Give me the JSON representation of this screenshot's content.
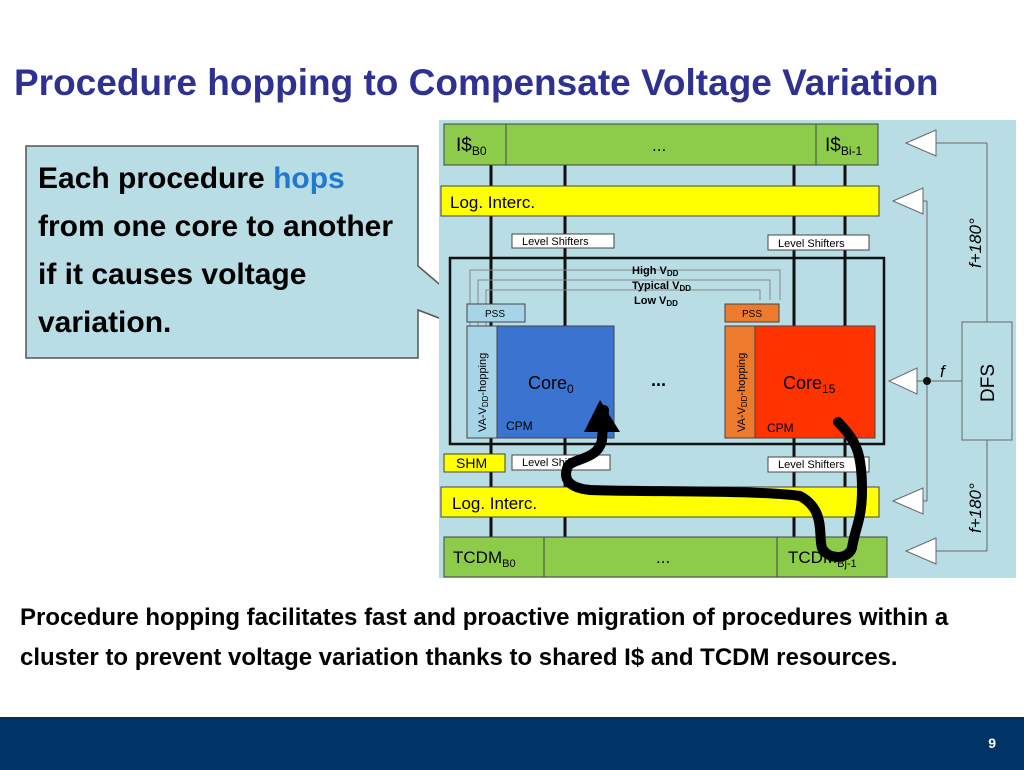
{
  "slide": {
    "title": "Procedure hopping to Compensate Voltage Variation",
    "callout": {
      "pre": "Each procedure ",
      "highlight": "hops",
      "post": " from one core to another if it causes voltage variation."
    },
    "bottom_text": "Procedure hopping facilitates fast and proactive migration of procedures within a cluster to prevent voltage variation thanks to shared I$ and TCDM resources.",
    "page_number": "9"
  },
  "diagram": {
    "icache": {
      "first": "I$",
      "first_sub": "B0",
      "middle": "...",
      "last": "I$",
      "last_sub": "Bi-1"
    },
    "log_interc_top": "Log. Interc.",
    "log_interc_bottom": "Log. Interc.",
    "level_shifters": "Level Shifters",
    "level_shifters_partial": "Level Shift",
    "vdd": {
      "high": "High V",
      "typical": "Typical V",
      "low": "Low V",
      "sub": "DD"
    },
    "pss": "PSS",
    "va_hopping": {
      "pre": "VA-V",
      "sub": "DD",
      "post": "-hopping"
    },
    "core0": {
      "label": "Core",
      "sub": "0",
      "cpm": "CPM"
    },
    "core15": {
      "label": "Core",
      "sub": "15",
      "cpm": "CPM"
    },
    "cores_ellipsis": "...",
    "shm": "SHM",
    "tcdm": {
      "first": "TCDM",
      "first_sub": "B0",
      "middle": "...",
      "last": "TCDM",
      "last_sub": "Bj-1"
    },
    "dfs": "DFS",
    "freq_top": "f+180°",
    "freq_bottom": "f+180°",
    "freq_mid": "f"
  },
  "colors": {
    "title": "#2e3192",
    "hops_highlight": "#1f7ad0",
    "diagram_bg": "#b8dde5",
    "bank_green": "#8ccc4a",
    "interconnect_yellow": "#ffff00",
    "core0_blue": "#3b74d0",
    "core15_red": "#ff3300",
    "pss0": "#a8d4e8",
    "pss15": "#ee7a2e",
    "footer": "#003366"
  }
}
